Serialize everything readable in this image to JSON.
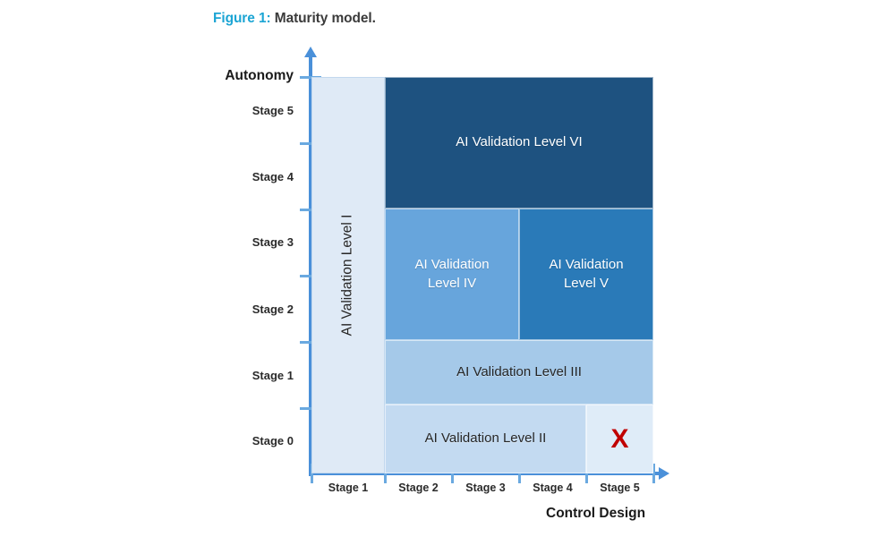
{
  "caption": {
    "label": "Figure 1:",
    "text": " Maturity model."
  },
  "chart_data": {
    "type": "heatmap",
    "title": "Maturity model.",
    "xlabel": "Control Design",
    "ylabel": "Autonomy",
    "x_ticklabels": [
      "Stage 1",
      "Stage 2",
      "Stage 3",
      "Stage 4",
      "Stage 5"
    ],
    "y_ticklabels": [
      "Stage 0",
      "Stage 1",
      "Stage 2",
      "Stage 3",
      "Stage 4",
      "Stage 5"
    ],
    "grid": false,
    "legend": "none",
    "blocks": [
      {
        "label": "AI Validation Level I",
        "color": "#dfeaf6",
        "text_color": "#262626",
        "orientation": "vertical",
        "x_span": [
          "Stage 1",
          "Stage 1"
        ],
        "y_span": [
          "Stage 0",
          "Stage 5"
        ]
      },
      {
        "label": "AI Validation Level VI",
        "color": "#1e5280",
        "text_color": "#ffffff",
        "orientation": "horizontal",
        "x_span": [
          "Stage 2",
          "Stage 5"
        ],
        "y_span": [
          "Stage 4",
          "Stage 5"
        ]
      },
      {
        "label": "AI Validation Level IV",
        "color": "#67a5dc",
        "text_color": "#ffffff",
        "orientation": "horizontal",
        "x_span": [
          "Stage 2",
          "Stage 3"
        ],
        "y_span": [
          "Stage 2",
          "Stage 3"
        ]
      },
      {
        "label": "AI Validation Level V",
        "color": "#2a7ab8",
        "text_color": "#ffffff",
        "orientation": "horizontal",
        "x_span": [
          "Stage 4",
          "Stage 5"
        ],
        "y_span": [
          "Stage 2",
          "Stage 3"
        ]
      },
      {
        "label": "AI Validation Level III",
        "color": "#a5c9e9",
        "text_color": "#262626",
        "orientation": "horizontal",
        "x_span": [
          "Stage 2",
          "Stage 5"
        ],
        "y_span": [
          "Stage 1",
          "Stage 1"
        ]
      },
      {
        "label": "AI Validation Level II",
        "color": "#c3daf1",
        "text_color": "#262626",
        "orientation": "horizontal",
        "x_span": [
          "Stage 2",
          "Stage 4"
        ],
        "y_span": [
          "Stage 0",
          "Stage 0"
        ]
      },
      {
        "label": "X",
        "color": "#dfecf8",
        "text_color": "#c00000",
        "orientation": "horizontal",
        "x_span": [
          "Stage 5",
          "Stage 5"
        ],
        "y_span": [
          "Stage 0",
          "Stage 0"
        ]
      }
    ]
  },
  "axes": {
    "y": {
      "title": "Autonomy",
      "ticks": [
        {
          "label": "Stage 5"
        },
        {
          "label": "Stage 4"
        },
        {
          "label": "Stage 3"
        },
        {
          "label": "Stage 2"
        },
        {
          "label": "Stage 1"
        },
        {
          "label": "Stage 0"
        }
      ]
    },
    "x": {
      "title": "Control Design",
      "ticks": [
        {
          "label": "Stage 1"
        },
        {
          "label": "Stage 2"
        },
        {
          "label": "Stage 3"
        },
        {
          "label": "Stage 4"
        },
        {
          "label": "Stage 5"
        }
      ]
    }
  },
  "blocks": {
    "level1": "AI Validation Level I",
    "level2": "AI Validation Level II",
    "level3": "AI Validation Level III",
    "level4_line1": "AI Validation",
    "level4_line2": "Level IV",
    "level5_line1": "AI Validation",
    "level5_line2": "Level V",
    "level6": "AI Validation Level VI",
    "x_mark": "X"
  },
  "colors": {
    "accent": "#1ca5d4",
    "axis": "#4a90d9",
    "tick": "#6aa9e0",
    "level1": "#dfeaf6",
    "level2": "#c3daf1",
    "level3": "#a5c9e9",
    "level4": "#67a5dc",
    "level5": "#2a7ab8",
    "level6": "#1e5280",
    "x_cell": "#dfecf8",
    "x_mark": "#c00000"
  }
}
